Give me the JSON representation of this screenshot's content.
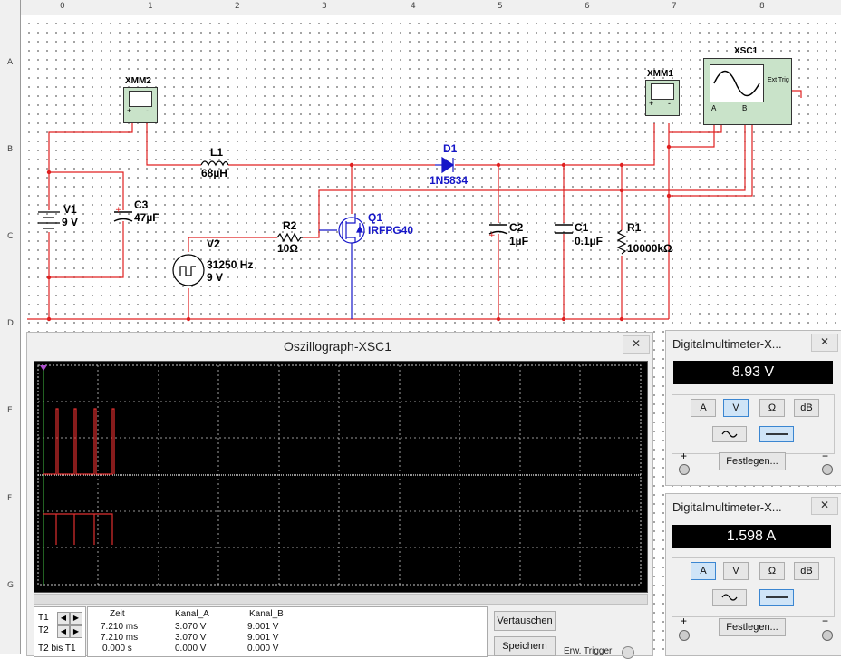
{
  "ruler": {
    "columns": [
      "0",
      "1",
      "2",
      "3",
      "4",
      "5",
      "6",
      "7",
      "8"
    ],
    "rows": [
      "A",
      "B",
      "C",
      "D",
      "E",
      "F",
      "G"
    ]
  },
  "components": {
    "xmm2": "XMM2",
    "xmm1": "XMM1",
    "xsc1": "XSC1",
    "ext_trig": "Ext Trig",
    "l1_name": "L1",
    "l1_value": "68µH",
    "d1_name": "D1",
    "d1_value": "1N5834",
    "v1_name": "V1",
    "v1_value": "9 V",
    "c3_name": "C3",
    "c3_value": "47µF",
    "q1_name": "Q1",
    "q1_value": "IRFPG40",
    "r2_name": "R2",
    "r2_value": "10Ω",
    "v2_name": "V2",
    "v2_freq": "31250 Hz",
    "v2_amp": "9 V",
    "c2_name": "C2",
    "c2_value": "1µF",
    "c1_name": "C1",
    "c1_value": "0.1µF",
    "r1_name": "R1",
    "r1_value": "10000kΩ",
    "term_a": "A",
    "term_b": "B",
    "plus": "+",
    "minus": "-"
  },
  "oscilloscope": {
    "title": "Oszillograph-XSC1",
    "close": "✕",
    "cursor_t1": "T1",
    "cursor_t2": "T2",
    "cursor_t2t1": "T2 bis T1",
    "headers": [
      "Zeit",
      "Kanal_A",
      "Kanal_B"
    ],
    "rows": [
      [
        "7.210 ms",
        "3.070 V",
        "9.001 V"
      ],
      [
        "7.210 ms",
        "3.070 V",
        "9.001 V"
      ],
      [
        "0.000 s",
        "0.000 V",
        "0.000 V"
      ]
    ],
    "swap_button": "Vertauschen",
    "save_button": "Speichern",
    "ext_trigger": "Erw. Trigger"
  },
  "multimeter1": {
    "title": "Digitalmultimeter-X...",
    "close": "✕",
    "reading": "8.93 V",
    "modes": [
      "A",
      "V",
      "Ω",
      "dB"
    ],
    "selected_mode": "V",
    "set_button": "Festlegen...",
    "plus": "+",
    "minus": "−"
  },
  "multimeter2": {
    "title": "Digitalmultimeter-X...",
    "close": "✕",
    "reading": "1.598 A",
    "modes": [
      "A",
      "V",
      "Ω",
      "dB"
    ],
    "selected_mode": "A",
    "set_button": "Festlegen...",
    "plus": "+",
    "minus": "−"
  },
  "colors": {
    "wire_red": "#e02020",
    "wire_blue": "#1616c8",
    "instrument_green": "#c9e3c9",
    "scope_bg": "#000000",
    "trace_red": "#e03030",
    "selected_button": "#cfe4f7"
  }
}
